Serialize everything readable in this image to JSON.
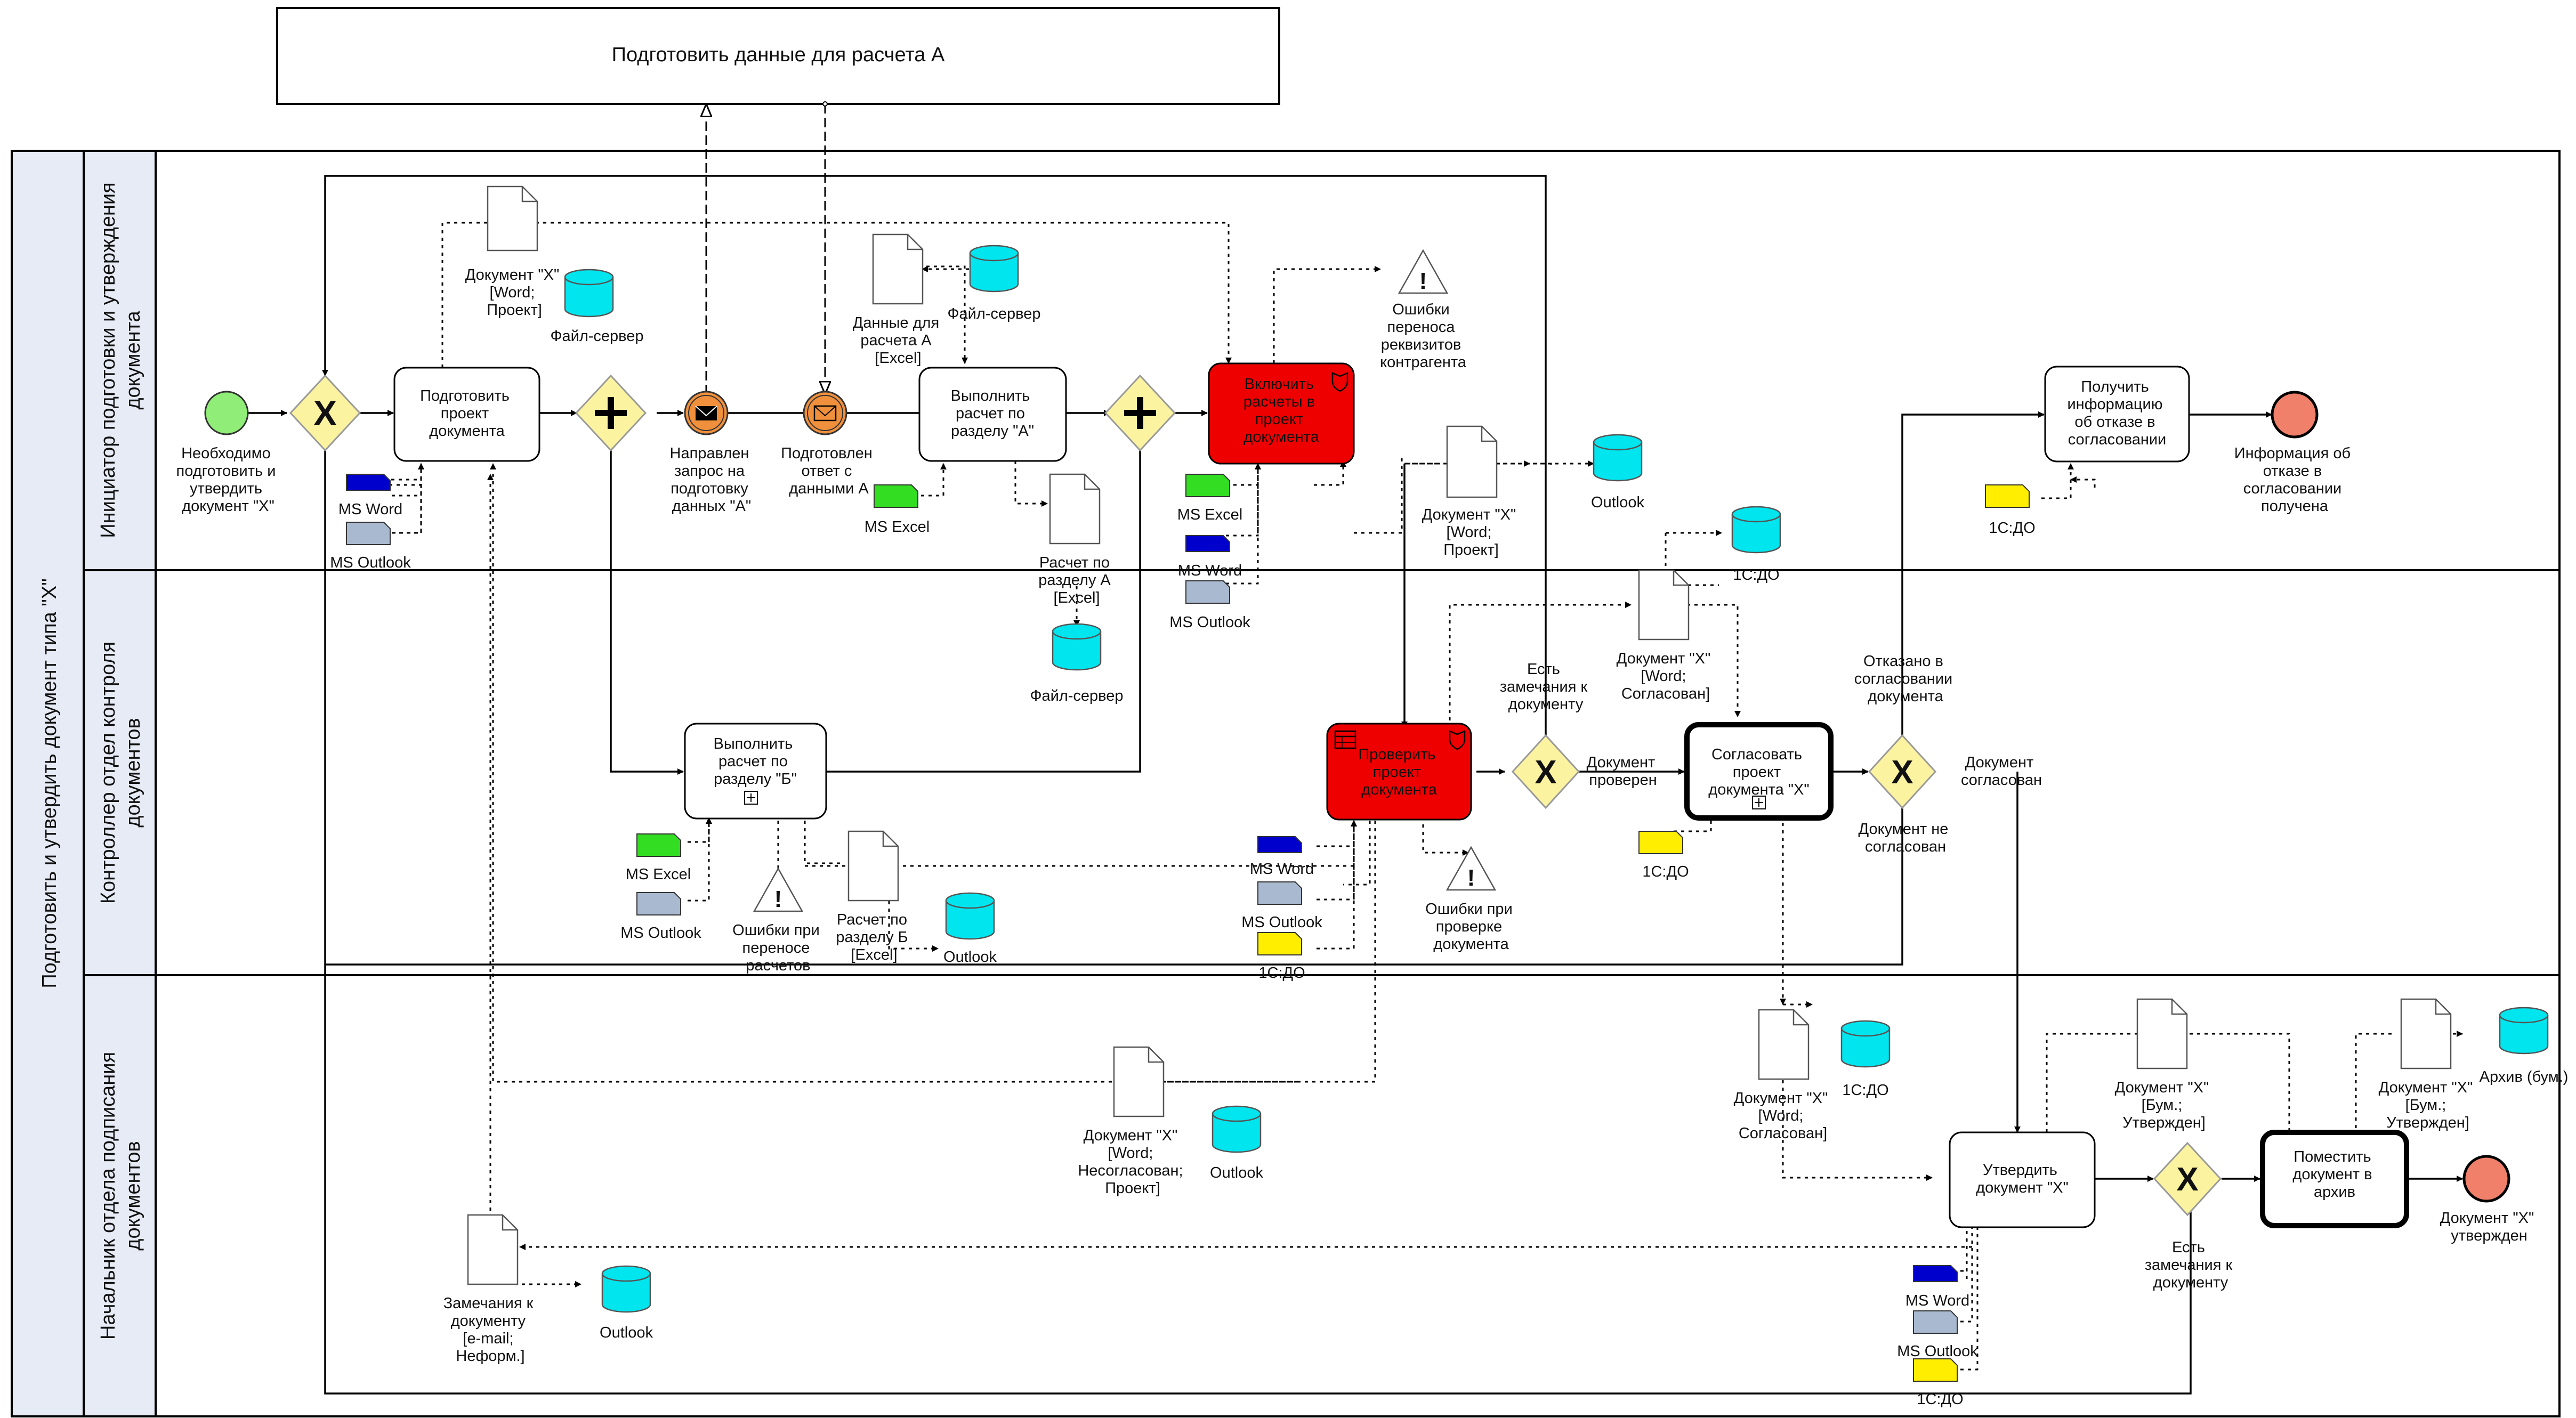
{
  "process_title": "Подготовить данные для расчета А",
  "pool_label": "Подготовить и утвердить документ типа \"Х\"",
  "lanes": [
    [
      "Инициатор подготовки и утверждения",
      "документа"
    ],
    [
      "Контроллер отдел контроля",
      "документов"
    ],
    [
      "Начальник отдела подписания",
      "документов"
    ]
  ],
  "events": {
    "start": [
      "Необходимо",
      "подготовить и",
      "утвердить",
      "документ \"Х\""
    ],
    "request_sent": [
      "Направлен",
      "запрос на",
      "подготовку",
      "данных \"А\""
    ],
    "answer_received": [
      "Подготовлен",
      "ответ с",
      "данными А"
    ],
    "end_refused": [
      "Информация об",
      "отказе в",
      "согласовании",
      "получена"
    ],
    "end_approved": [
      "Документ \"Х\"",
      "утвержден"
    ]
  },
  "tasks": {
    "prepare_draft": [
      "Подготовить",
      "проект",
      "документа"
    ],
    "calc_a": [
      "Выполнить",
      "расчет по",
      "разделу \"А\""
    ],
    "include_calcs": [
      "Включить",
      "расчеты в",
      "проект",
      "документа"
    ],
    "get_refusal": [
      "Получить",
      "информацию",
      "об отказе в",
      "согласовании"
    ],
    "calc_b": [
      "Выполнить",
      "расчет по",
      "разделу \"Б\""
    ],
    "check_draft": [
      "Проверить",
      "проект",
      "документа"
    ],
    "approve_draft": [
      "Согласовать",
      "проект",
      "документа \"Х\""
    ],
    "approve_doc": [
      "Утвердить",
      "документ \"Х\""
    ],
    "archive": [
      "Поместить",
      "документ в",
      "архив"
    ]
  },
  "documents": {
    "doc_word_draft": [
      "Документ \"Х\"",
      "[Word;",
      "Проект]"
    ],
    "data_calc_a": [
      "Данные для",
      "расчета А",
      "[Excel]"
    ],
    "calc_a_result": [
      "Расчет по",
      "разделу А",
      "[Excel]"
    ],
    "doc_out_draft": [
      "Документ \"Х\"",
      "[Word;",
      "Проект]"
    ],
    "doc_agreed_top": [
      "Документ \"Х\"",
      "[Word;",
      "Согласован]"
    ],
    "calc_b_result": [
      "Расчет по",
      "разделу Б",
      "[Excel]"
    ],
    "doc_not_agreed": [
      "Документ \"Х\"",
      "[Word;",
      "Несогласован;",
      "Проект]"
    ],
    "doc_agreed_bottom": [
      "Документ \"Х\"",
      "[Word;",
      "Согласован]"
    ],
    "doc_approved_paper": [
      "Документ \"Х\"",
      "[Бум.;",
      "Утвержден]"
    ],
    "doc_approved_paper2": [
      "Документ \"Х\"",
      "[Бум.;",
      "Утвержден]"
    ],
    "remarks": [
      "Замечания к",
      "документу",
      "[e-mail;",
      "Неформ.]"
    ]
  },
  "stores": {
    "file_server": "Файл-сервер",
    "outlook": "Outlook",
    "onec": "1С:ДО",
    "archive": "Архив (бум.)"
  },
  "tools": {
    "ms_word": "MS Word",
    "ms_outlook": "MS Outlook",
    "ms_excel": "MS Excel",
    "onec_do": "1С:ДО"
  },
  "risks": {
    "transfer_details": [
      "Ошибки",
      "переноса",
      "реквизитов",
      "контрагента"
    ],
    "check_errors": [
      "Ошибки при",
      "проверке",
      "документа"
    ],
    "transfer_calc": [
      "Ошибки при",
      "переносе",
      "расчетов"
    ]
  },
  "flow_labels": {
    "has_remarks": [
      "Есть",
      "замечания к",
      "документу"
    ],
    "doc_checked": [
      "Документ",
      "проверен"
    ],
    "refused": [
      "Отказано в",
      "согласовании",
      "документа"
    ],
    "agreed": [
      "Документ",
      "согласован"
    ],
    "not_agreed": [
      "Документ не",
      "согласован"
    ],
    "has_remarks2": [
      "Есть",
      "замечания к",
      "документу"
    ]
  },
  "colors": {
    "start_event": "#90ee78",
    "end_event": "#f0806a",
    "message_event": "#f0903c",
    "gateway": "#fbf3a0",
    "red_task": "#ee0000",
    "lane_header": "#e6ebf5",
    "store": "#00e5ee",
    "word_tool": "#0000cc",
    "outlook_tool": "#a9b9d0",
    "excel_tool": "#33dd22",
    "onec_tool": "#ffee00"
  }
}
